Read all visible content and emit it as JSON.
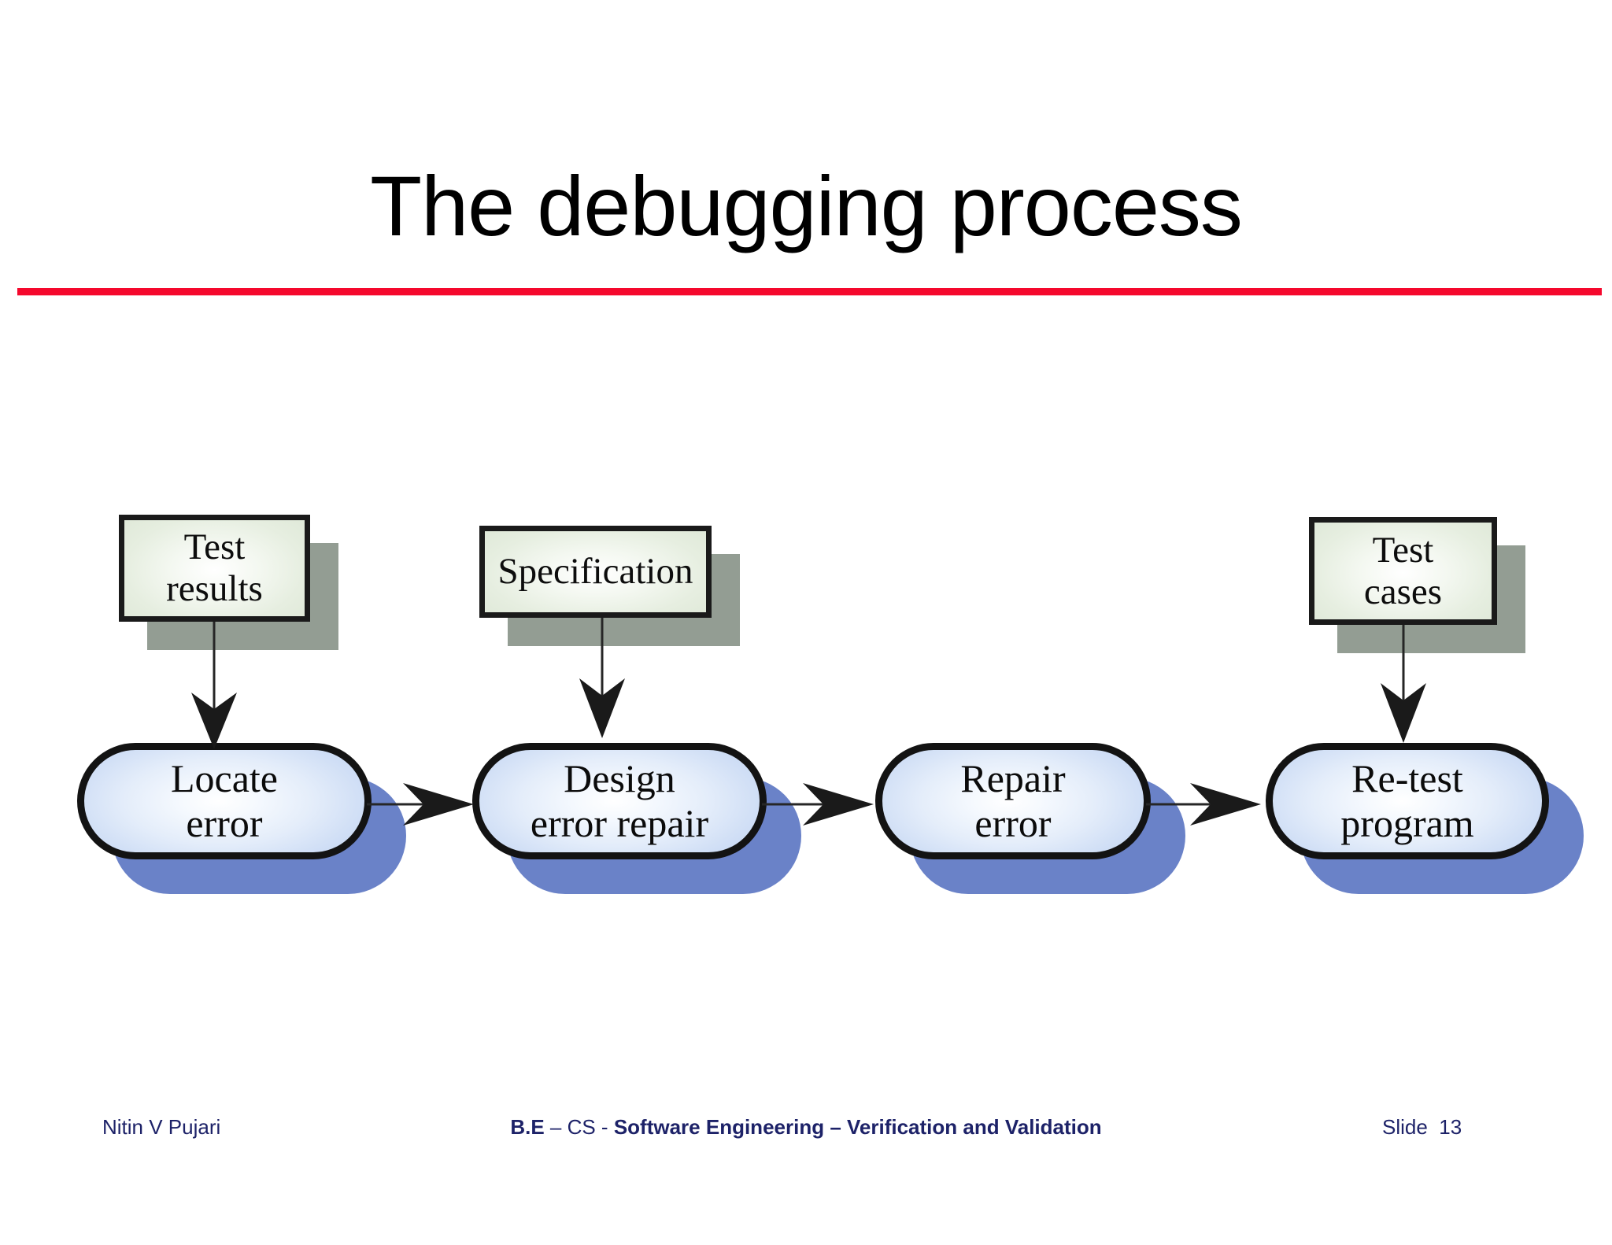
{
  "slide": {
    "title": "The debugging process",
    "accent_color": "#f5082d",
    "background_color": "#ffffff"
  },
  "diagram": {
    "type": "flowchart",
    "orientation": "left-to-right",
    "input_nodes": [
      {
        "id": "test-results",
        "label": "Test\nresults",
        "shape": "rectangle",
        "fill": "#e8f0e4",
        "border": "#1a1a1a",
        "shadow": "#939d93"
      },
      {
        "id": "specification",
        "label": "Specification",
        "shape": "rectangle",
        "fill": "#e8f0e4",
        "border": "#1a1a1a",
        "shadow": "#939d93"
      },
      {
        "id": "test-cases",
        "label": "Test\ncases",
        "shape": "rectangle",
        "fill": "#e8f0e4",
        "border": "#1a1a1a",
        "shadow": "#939d93"
      }
    ],
    "process_nodes": [
      {
        "id": "locate-error",
        "label": "Locate\nerror",
        "shape": "stadium",
        "fill": "#dce8f8",
        "border": "#131313",
        "shadow": "#6a82c8"
      },
      {
        "id": "design-error-repair",
        "label": "Design\nerror repair",
        "shape": "stadium",
        "fill": "#dce8f8",
        "border": "#131313",
        "shadow": "#6a82c8"
      },
      {
        "id": "repair-error",
        "label": "Repair\nerror",
        "shape": "stadium",
        "fill": "#dce8f8",
        "border": "#131313",
        "shadow": "#6a82c8"
      },
      {
        "id": "re-test-program",
        "label": "Re-test\nprogram",
        "shape": "stadium",
        "fill": "#dce8f8",
        "border": "#131313",
        "shadow": "#6a82c8"
      }
    ],
    "edges": [
      {
        "from": "test-results",
        "to": "locate-error",
        "direction": "down"
      },
      {
        "from": "specification",
        "to": "design-error-repair",
        "direction": "down"
      },
      {
        "from": "test-cases",
        "to": "re-test-program",
        "direction": "down"
      },
      {
        "from": "locate-error",
        "to": "design-error-repair",
        "direction": "right"
      },
      {
        "from": "design-error-repair",
        "to": "repair-error",
        "direction": "right"
      },
      {
        "from": "repair-error",
        "to": "re-test-program",
        "direction": "right"
      }
    ]
  },
  "footer": {
    "author": "Nitin V Pujari",
    "course_bold_prefix": "B.E",
    "course_plain_mid": " – CS - ",
    "course_bold_suffix": "Software Engineering – Verification and Validation",
    "slide_number": "Slide  13",
    "color": "#1d2268"
  }
}
